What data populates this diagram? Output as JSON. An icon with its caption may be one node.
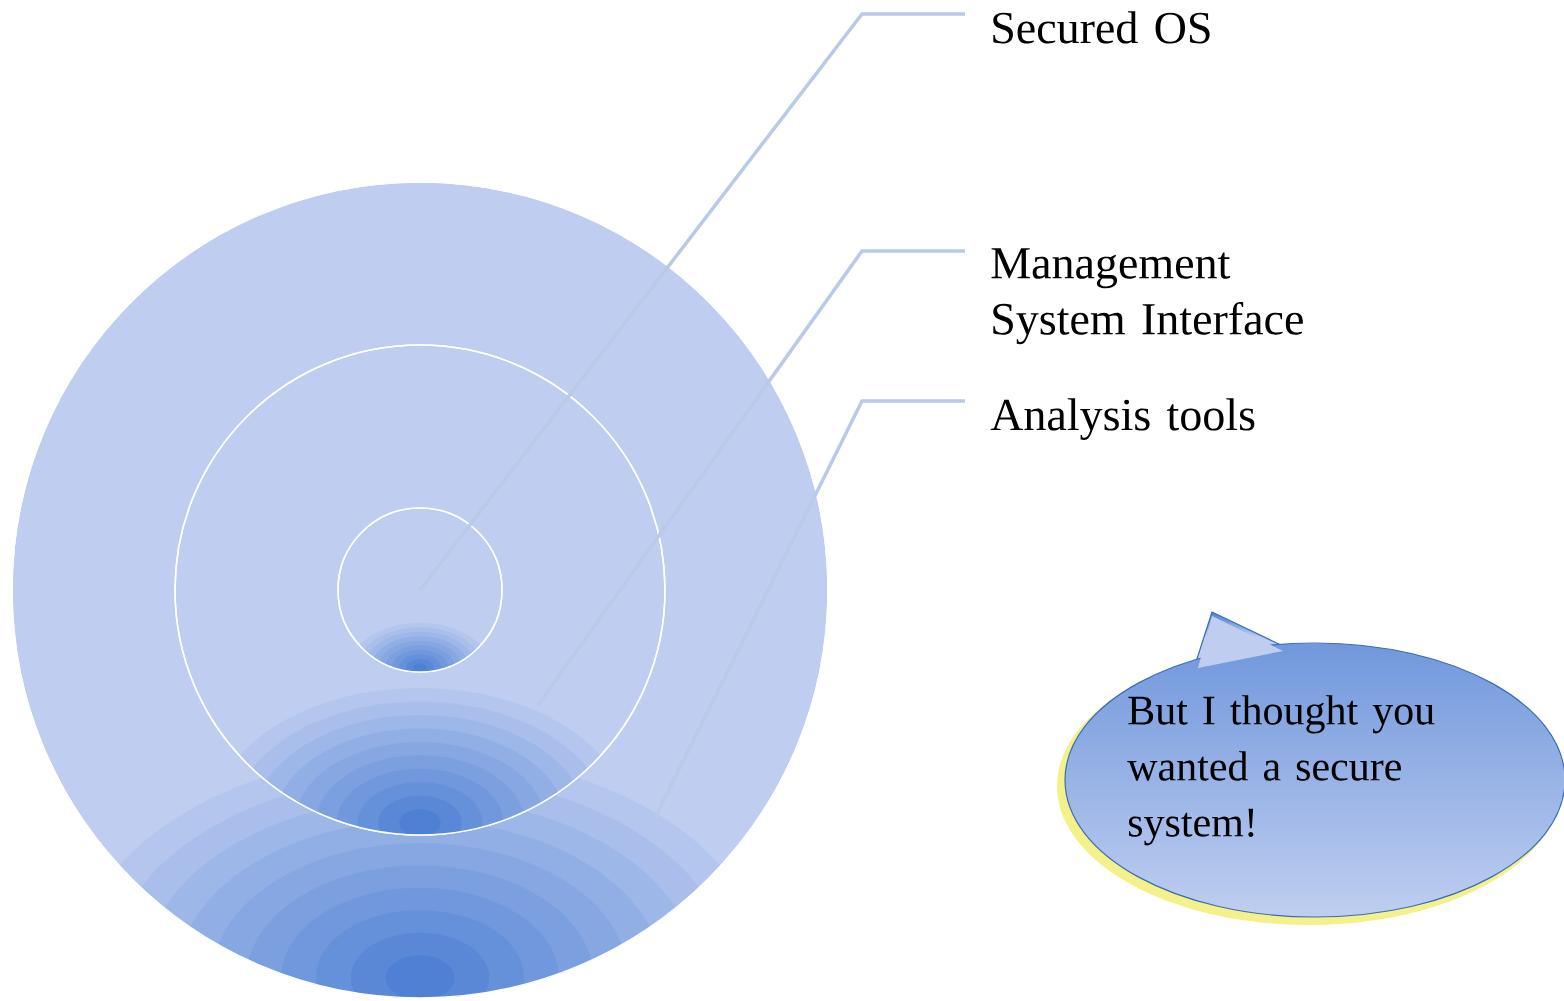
{
  "diagram": {
    "nodes": [
      {
        "text": [],
        "shape": "circle"
      },
      {
        "text": [],
        "shape": "circle",
        "in": 0
      },
      {
        "text": [],
        "shape": "circle",
        "in": 1
      },
      {
        "text": [
          "Secured OS"
        ]
      },
      {
        "text": [
          "Management System Interface"
        ]
      },
      {
        "text": [
          "Analysis tools"
        ]
      },
      {
        "text": [
          "But I thought you wanted a secure system!"
        ]
      }
    ],
    "edges": [
      {
        "from": 3,
        "to": 2,
        "arrow": "none"
      },
      {
        "from": 4,
        "to": 1,
        "arrow": "none"
      },
      {
        "from": 5,
        "to": 0,
        "arrow": "none"
      }
    ]
  }
}
